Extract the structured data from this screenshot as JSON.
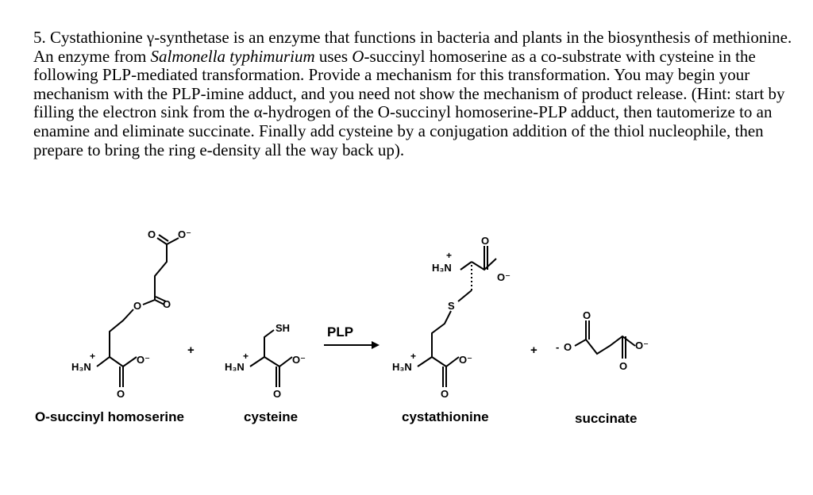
{
  "question": {
    "number": "5.",
    "intro": "Cystathionine γ-synthetase is an enzyme that functions in bacteria and plants in the biosynthesis of methionine.  An enzyme from",
    "organism": "Salmonella typhimurium",
    "uses": "uses",
    "o_prefix": "O",
    "rest": "-succinyl homoserine as a co-substrate with cysteine in the following PLP-mediated transformation.  Provide a mechanism for this transformation.  You may begin your mechanism with the PLP-imine adduct, and you need not show the mechanism of product release. (Hint: start by filling the electron sink from the α-hydrogen of the O-succinyl homoserine-PLP adduct, then tautomerize to an enamine and eliminate succinate.  Finally add cysteine by a conjugation addition of the thiol nucleophile, then prepare to bring the ring e-density all the way back up)."
  },
  "scheme": {
    "reagent": "PLP",
    "plus": "+",
    "atoms": {
      "o": "O",
      "o_minus": "O⁻",
      "minus": "-",
      "s": "S",
      "sh": "SH",
      "h3n": "H₃N",
      "charge_plus": "+"
    },
    "labels": {
      "osh": "O-succinyl homoserine",
      "cysteine": "cysteine",
      "cystathionine": "cystathionine",
      "succinate": "succinate"
    }
  }
}
